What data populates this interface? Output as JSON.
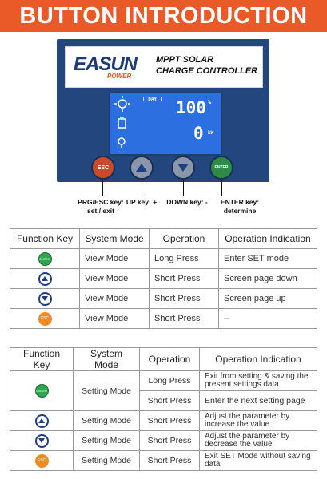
{
  "header": {
    "title": "BUTTON INTRODUCTION"
  },
  "panel": {
    "logo_text": "EASUN",
    "logo_sub": "POWER",
    "product_line1": "MPPT SOLAR",
    "product_line2": "CHARGE CONTROLLER",
    "lcd": {
      "mode": "[ DAY ]",
      "value1": "100",
      "unit1": "%",
      "value2": "0",
      "unit2": "kW"
    },
    "keys": {
      "esc": "ESC",
      "enter": "ENTER"
    }
  },
  "key_labels": [
    {
      "line1": "PRG/ESC key:",
      "line2": "set / exit"
    },
    {
      "line1": "UP key: +",
      "line2": ""
    },
    {
      "line1": "DOWN key: -",
      "line2": ""
    },
    {
      "line1": "ENTER key:",
      "line2": "determine"
    }
  ],
  "table1": {
    "headers": [
      "Function Key",
      "System Mode",
      "Operation",
      "Operation Indication"
    ],
    "rows": [
      {
        "icon": "enter-icon",
        "icon_label": "ENTER",
        "mode": "View Mode",
        "operation": "Long Press",
        "indication": "Enter SET mode"
      },
      {
        "icon": "up-icon",
        "icon_label": "",
        "mode": "View Mode",
        "operation": "Short Press",
        "indication": "Screen page down"
      },
      {
        "icon": "down-icon",
        "icon_label": "",
        "mode": "View Mode",
        "operation": "Short Press",
        "indication": "Screen page up"
      },
      {
        "icon": "esc-icon",
        "icon_label": "ESC",
        "mode": "View Mode",
        "operation": "Short Press",
        "indication": "–"
      }
    ]
  },
  "table2": {
    "headers": [
      "Function Key",
      "System Mode",
      "Operation",
      "Operation Indication"
    ],
    "enter_label": "ENTER",
    "setting_mode": "Setting Mode",
    "enter_rows": [
      {
        "operation": "Long Press",
        "indication": "Exit from setting & saving the present settings data"
      },
      {
        "operation": "Short Press",
        "indication": "Enter the next setting page"
      }
    ],
    "rows": [
      {
        "icon": "up-icon",
        "icon_label": "",
        "mode": "Setting Mode",
        "operation": "Short Press",
        "indication": "Adjust the parameter by increase the value"
      },
      {
        "icon": "down-icon",
        "icon_label": "",
        "mode": "Setting Mode",
        "operation": "Short Press",
        "indication": "Adjust the parameter by decrease the value"
      },
      {
        "icon": "esc-icon",
        "icon_label": "ESC",
        "mode": "Setting Mode",
        "operation": "Short Press",
        "indication": "Exit SET Mode without saving data"
      }
    ]
  },
  "colors": {
    "header_bg": "#ea5a28",
    "panel_bg": "#23467f",
    "lcd_bg": "#2b6fe0",
    "enter_green": "#2ea84d",
    "esc_orange": "#f08a24"
  }
}
